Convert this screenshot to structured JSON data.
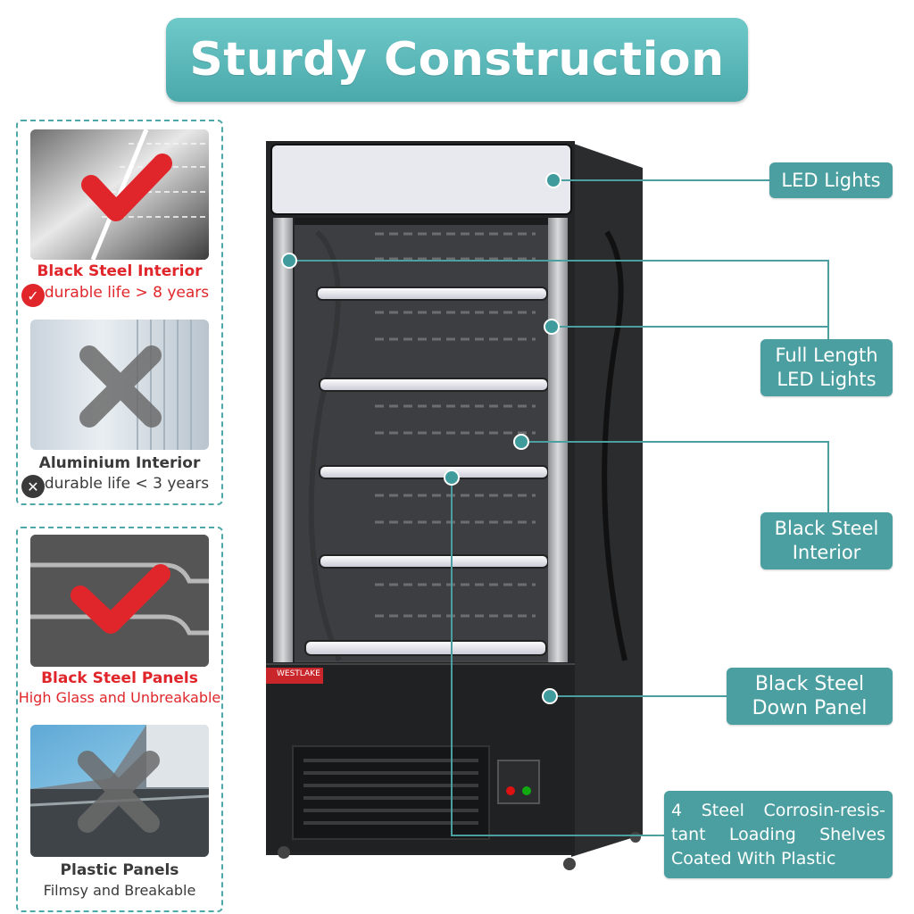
{
  "title": "Sturdy Construction",
  "comparison": [
    {
      "title": "Black Steel Interior",
      "subtitle": "durable life > 8 years",
      "status": "check-icon"
    },
    {
      "title": "Aluminium Interior",
      "subtitle": "durable life < 3 years",
      "status": "cross-icon"
    },
    {
      "title": "Black Steel Panels",
      "subtitle": "High Glass and Unbreakable",
      "status": "check-mark"
    },
    {
      "title": "Plastic Panels",
      "subtitle": "Filmsy and Breakable",
      "status": "cross-mark"
    }
  ],
  "brand": "WESTLAKE",
  "callouts": {
    "led_lights": "LED Lights",
    "full_length_1": "Full Length",
    "full_length_2": "LED Lights",
    "interior_1": "Black Steel",
    "interior_2": "Interior",
    "down_panel_1": "Black Steel",
    "down_panel_2": "Down Panel",
    "shelves_1": "4 Steel Corrosin-resis-",
    "shelves_2": "tant Loading Shelves",
    "shelves_3": "Coated With Plastic"
  },
  "colors": {
    "accent": "#4c9fa0",
    "positive": "#e0262b",
    "negative": "#3a3a3a"
  }
}
